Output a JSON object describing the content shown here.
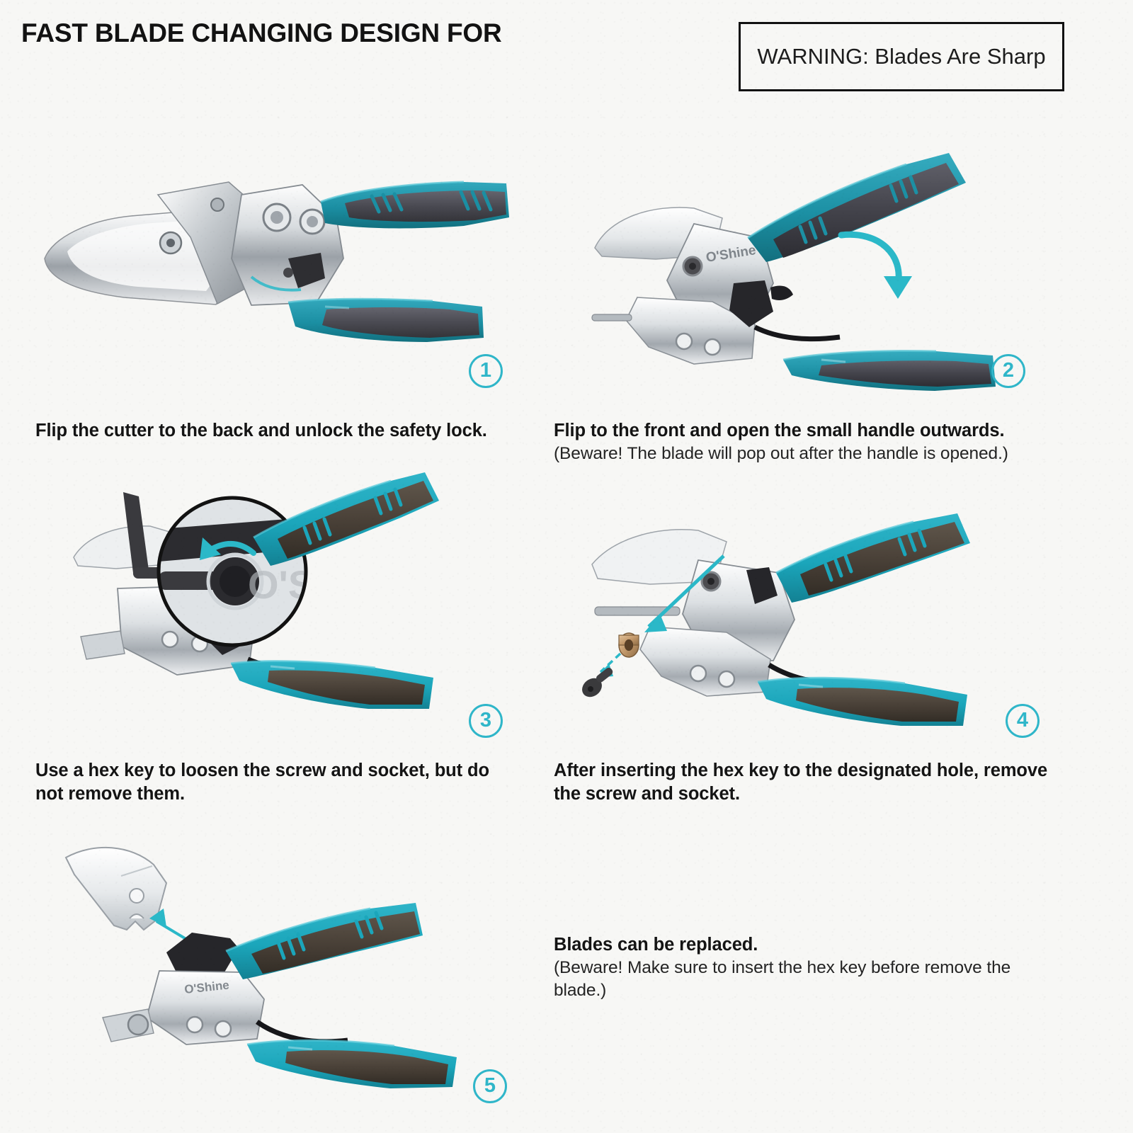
{
  "header": {
    "title": "FAST BLADE CHANGING DESIGN FOR",
    "warning": "WARNING: Blades Are Sharp"
  },
  "brand": {
    "name": "O'Shine"
  },
  "colors": {
    "background": "#f7f7f5",
    "accent_teal": "#2fb6c9",
    "handle_teal": "#1b8fa3",
    "handle_teal_bright": "#1ba6bb",
    "grip_gray": "#4a4a52",
    "grip_brown": "#4a4138",
    "chrome_light": "#f2f3f4",
    "chrome_mid": "#c9cdd1",
    "chrome_dark": "#8d9399",
    "text": "#141414",
    "brass": "#c49a6c",
    "screw_black": "#3a3a3c"
  },
  "steps": [
    {
      "number": "1",
      "caption_main": "Flip the cutter to the back and unlock the safety lock.",
      "caption_sub": ""
    },
    {
      "number": "2",
      "caption_main": "Flip to the front and open the small handle outwards.",
      "caption_sub": "(Beware! The blade will pop out after the handle is opened.)"
    },
    {
      "number": "3",
      "caption_main": "Use a hex key to loosen the screw and socket, but do not remove them.",
      "caption_sub": ""
    },
    {
      "number": "4",
      "caption_main": "After inserting the hex key to the designated hole, remove the screw and socket.",
      "caption_sub": ""
    },
    {
      "number": "5",
      "caption_main": "Blades can be replaced.",
      "caption_sub": "(Beware! Make sure to insert the hex key before remove the blade.)"
    }
  ]
}
